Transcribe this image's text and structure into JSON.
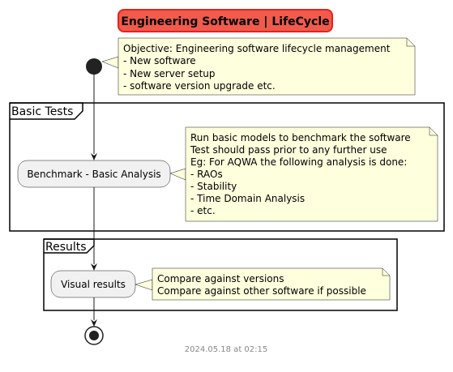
{
  "title": "Engineering Software | LifeCycle",
  "objective_note": [
    "Objective: Engineering software lifecycle management",
    "- New software",
    "- New server setup",
    "- software version upgrade etc."
  ],
  "frames": {
    "basic_tests": {
      "label": "Basic Tests",
      "activity": "Benchmark - Basic Analysis",
      "note": [
        "Run basic models to benchmark the software",
        "Test should pass prior to any further use",
        "Eg: For AQWA the following analysis is done:",
        "- RAOs",
        "- Stability",
        "- Time Domain Analysis",
        "- etc."
      ]
    },
    "results": {
      "label": "Results",
      "activity": "Visual results",
      "note": [
        "Compare against versions",
        "Compare against other software if possible"
      ]
    }
  },
  "footer": "2024.05.18 at 02:15",
  "colors": {
    "title_fill": "#F15B4C",
    "title_border": "#E8201A",
    "note_fill": "#FEFFDD",
    "activity_fill": "#F1F1F1",
    "node": "#222222"
  }
}
